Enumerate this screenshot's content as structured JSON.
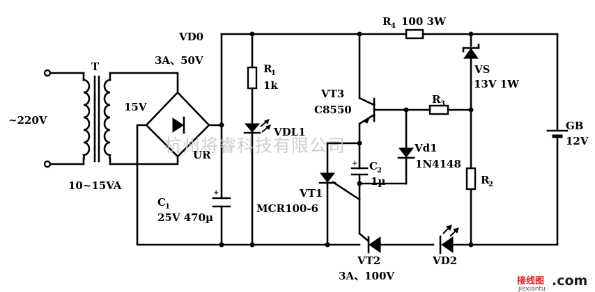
{
  "labels": {
    "ac_input": "~220V",
    "transformer": "T",
    "secondary_voltage": "15V",
    "transformer_rating": "10~15VA",
    "bridge_name": "VD0",
    "bridge_rating": "3A、50V",
    "bridge_ref": "UR",
    "c1_name": "C",
    "c1_sub": "1",
    "c1_value": "25V 470µ",
    "r1_name": "R",
    "r1_sub": "1",
    "r1_value": "1k",
    "vdl1": "VDL1",
    "r4_name": "R",
    "r4_sub": "4",
    "r4_value": "100 3W",
    "vt3_name": "VT3",
    "vt3_type": "C8550",
    "r3_name": "R",
    "r3_sub": "3",
    "vs_name": "VS",
    "vs_value": "13V 1W",
    "vd1_name": "Vd1",
    "vd1_type": "1N4148",
    "c2_name": "C",
    "c2_sub": "2",
    "c2_value": "1µ",
    "vt1_name": "VT1",
    "vt1_type": "MCR100-6",
    "r2_name": "R",
    "r2_sub": "2",
    "gb_name": "GB",
    "gb_value": "12V",
    "vt2_name": "VT2",
    "vt2_rating": "3A、100V",
    "vd2_name": "VD2"
  },
  "watermark": {
    "text": "杭州将睿科技有限公司",
    "logo_cn": "接线图",
    "logo_dom": ".com",
    "logo_url": "jiexiantu"
  }
}
